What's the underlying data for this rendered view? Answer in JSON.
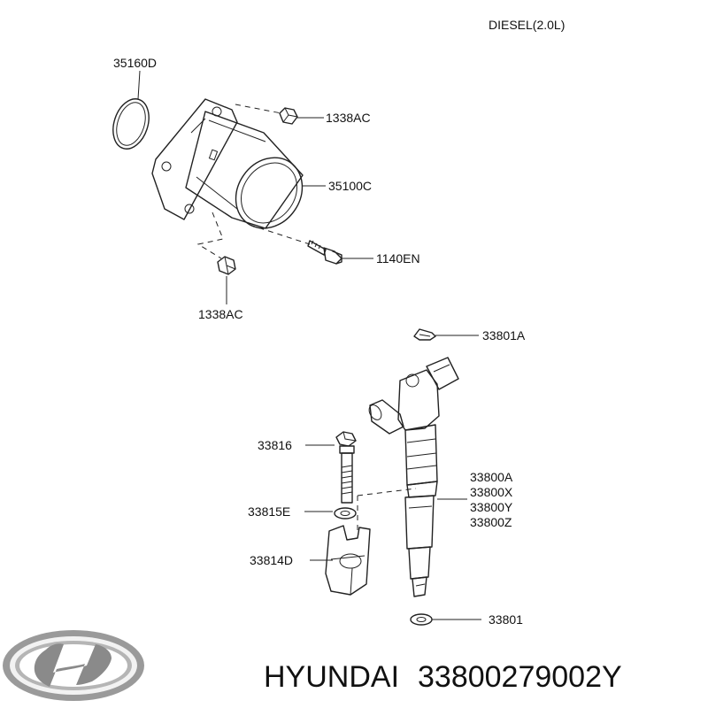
{
  "header": {
    "engine_label": "DIESEL(2.0L)"
  },
  "parts": {
    "oring_top": "35160D",
    "nut_top": "1338AC",
    "housing": "35100C",
    "bolt_flange": "1140EN",
    "nut_bottom": "1338AC",
    "clip": "33801A",
    "clamp_bolt": "33816",
    "injector": [
      "33800A",
      "33800X",
      "33800Y",
      "33800Z"
    ],
    "washer": "33815E",
    "clamp": "33814D",
    "seal_washer": "33801"
  },
  "footer": {
    "brand": "HYUNDAI",
    "part_number": "33800279002Y",
    "logo_icon": "hyundai-logo-icon"
  },
  "colors": {
    "line": "#222222",
    "text": "#111111",
    "logo": "#8a8a8a"
  }
}
